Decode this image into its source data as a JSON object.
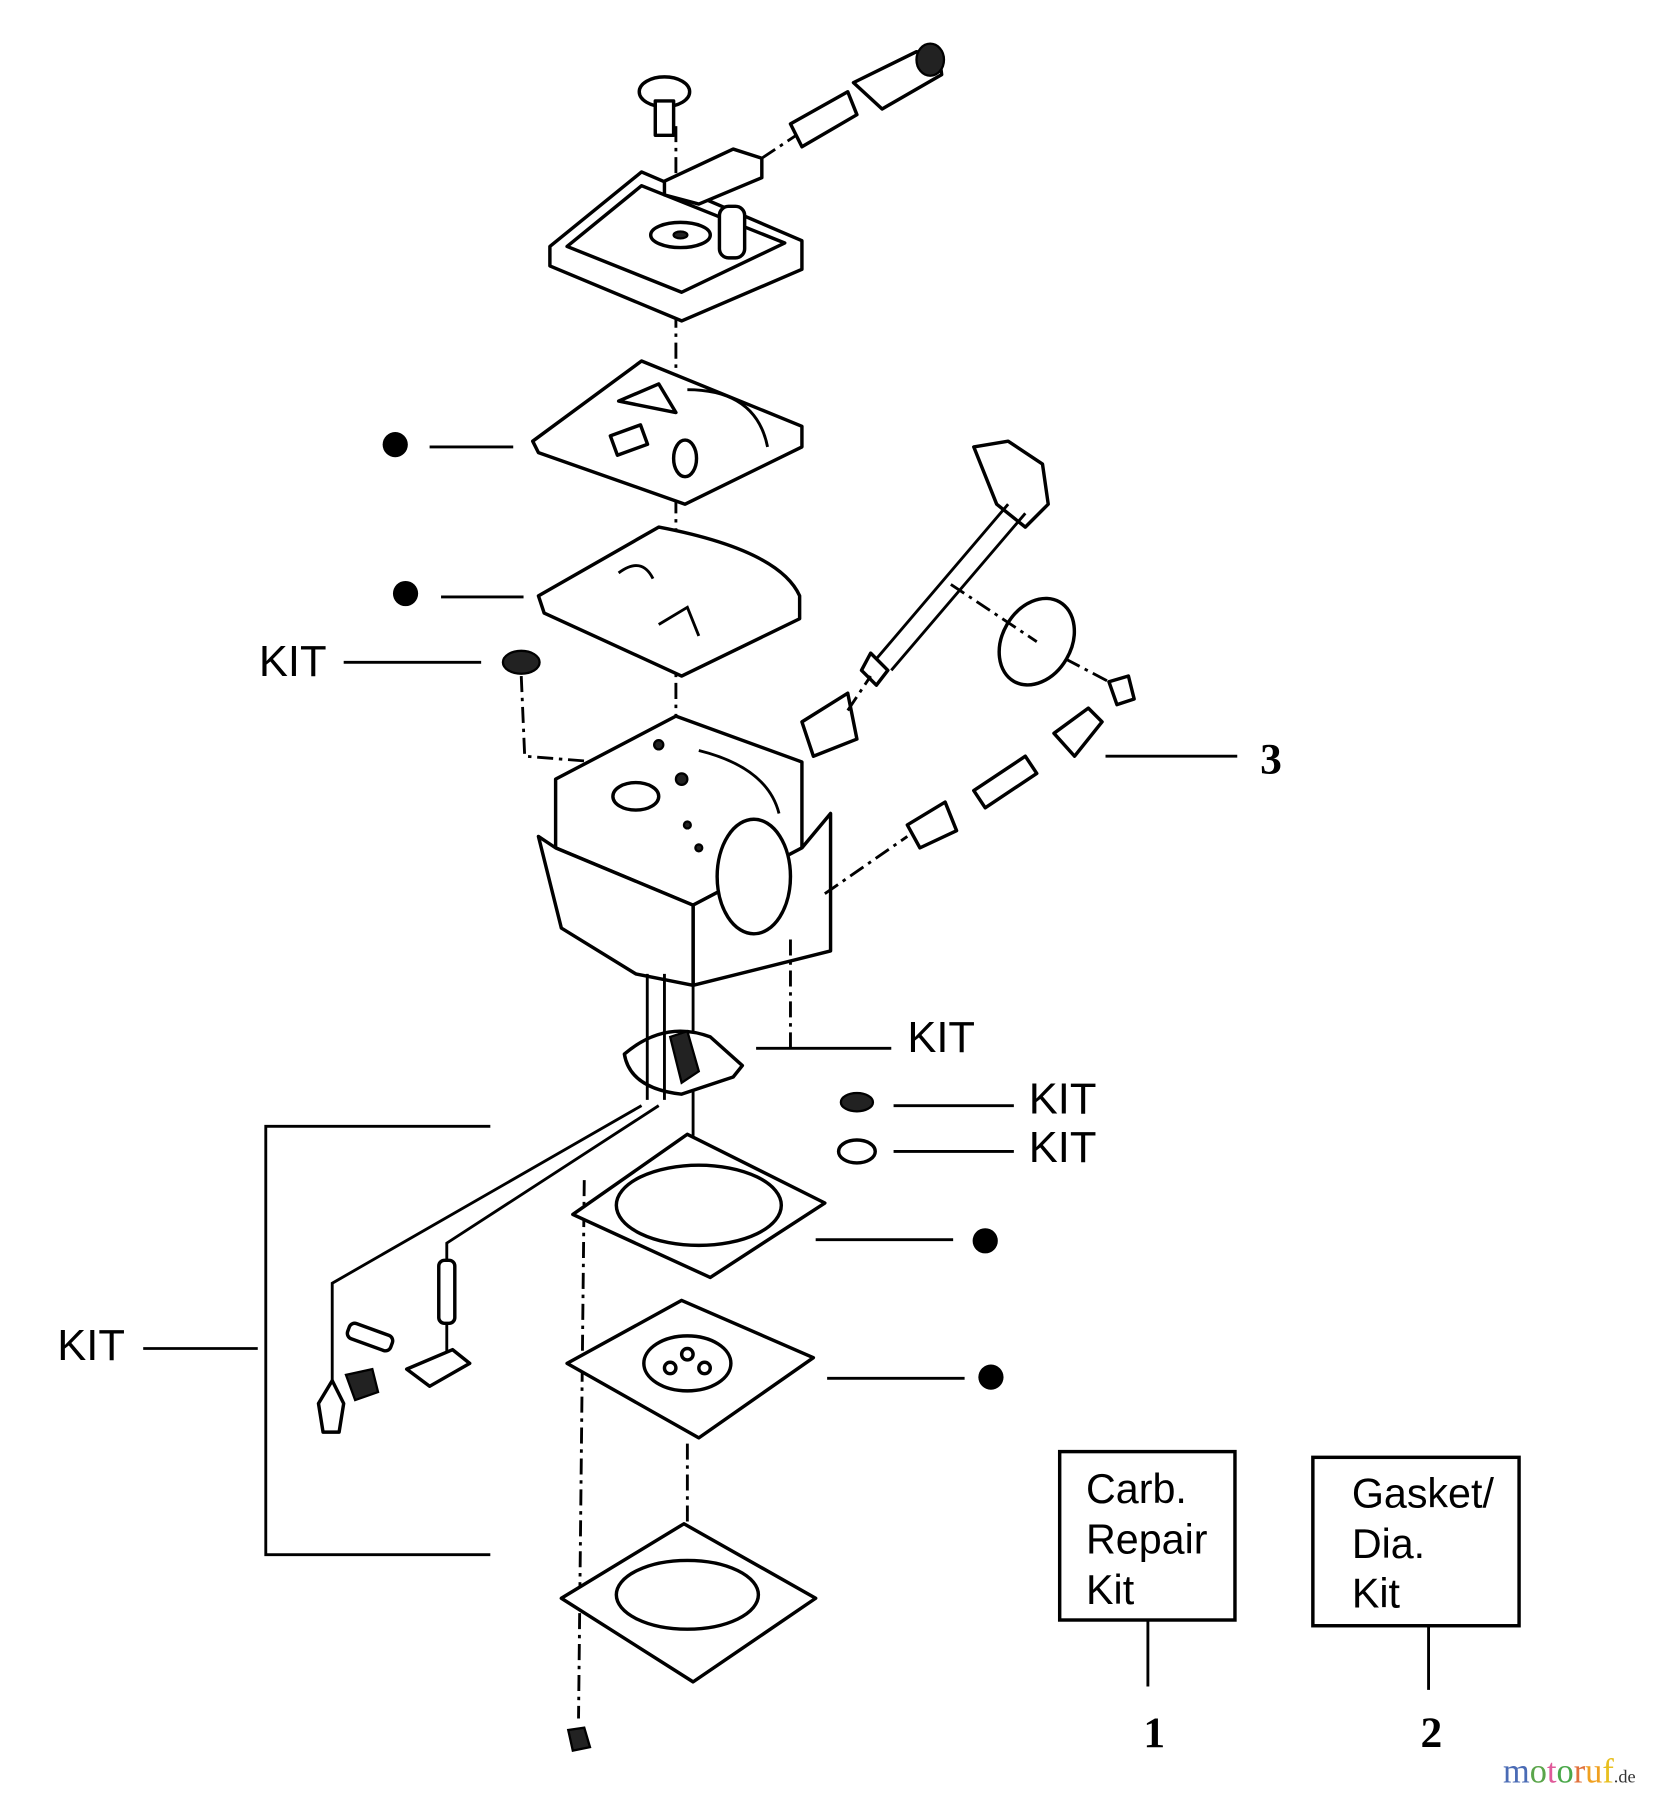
{
  "diagram": {
    "callouts": {
      "kit_gasket_plug": "KIT",
      "kit_inlet_needle": "KIT",
      "kit_small_seal": "KIT",
      "kit_washer": "KIT",
      "kit_lower_group": "KIT",
      "part_3": "3"
    },
    "legend_boxes": [
      {
        "lines": [
          "Carb.",
          "Repair",
          "Kit"
        ],
        "number": "1"
      },
      {
        "lines": [
          "Gasket/",
          "Dia.",
          "Kit"
        ],
        "number": "2"
      }
    ],
    "marker_symbol": "filled-dot",
    "watermark": "motoruf.de"
  }
}
